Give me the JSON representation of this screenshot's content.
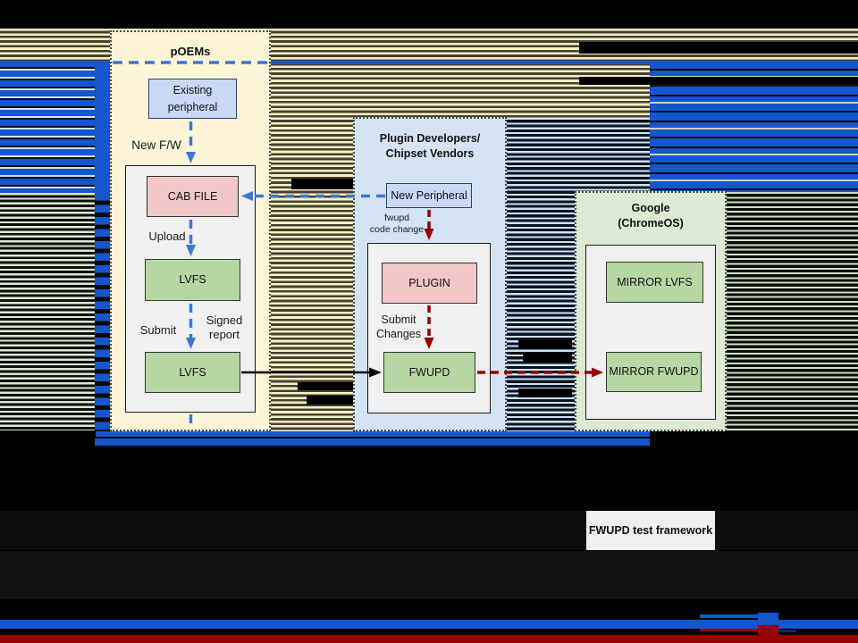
{
  "diagram": {
    "containers": {
      "poems": {
        "title": "pOEMs"
      },
      "plugin_devs": {
        "title": "Plugin Developers/\nChipset Vendors"
      },
      "google": {
        "title": "Google\n(ChromeOS)"
      }
    },
    "nodes": {
      "existing_peripheral": "Existing\nperipheral",
      "cab_file": "CAB FILE",
      "lvfs_upper": "LVFS",
      "lvfs_lower": "LVFS",
      "new_peripheral": "New Peripheral",
      "plugin": "PLUGIN",
      "fwupd": "FWUPD",
      "mirror_lvfs": "MIRROR LVFS",
      "mirror_fwupd": "MIRROR FWUPD",
      "fwupd_test_framework": "FWUPD test framework"
    },
    "edge_labels": {
      "new_fw": "New F/W",
      "upload": "Upload",
      "submit": "Submit",
      "signed_report": "Signed\nreport",
      "fwupd_code_change": "fwupd\ncode change",
      "submit_changes": "Submit\nChanges"
    },
    "colors": {
      "glitch_blue": "#1456cd",
      "glitch_red": "#990000",
      "arrow_blue": "#3c78d8",
      "arrow_red": "#990000",
      "arrow_black": "#000000",
      "container_cream": "#fdf3d6",
      "container_blue": "#d5e4f4",
      "container_green": "#dcead4",
      "node_blue": "#c9daf8",
      "node_pink": "#f3c6c8",
      "node_green": "#b6d6a3",
      "inner_gray": "#f0f0f0"
    }
  }
}
